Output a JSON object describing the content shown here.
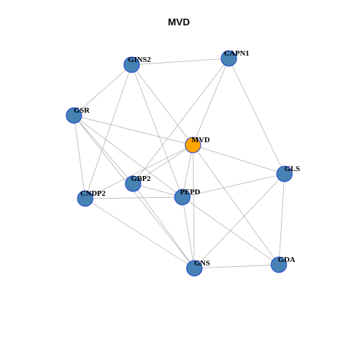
{
  "title": "MVD",
  "colors": {
    "default_node_fill": "#4682B4",
    "default_node_stroke": "#1a3fd6",
    "highlight_node_fill": "#FFA500",
    "highlight_node_stroke": "#1a3fd6",
    "edge": "#b3b3b3"
  },
  "nodes": [
    {
      "id": "GINS2",
      "label": "GINS2",
      "highlight": false
    },
    {
      "id": "CAPN1",
      "label": "CAPN1",
      "highlight": false
    },
    {
      "id": "GSR",
      "label": "GSR",
      "highlight": false
    },
    {
      "id": "MVD",
      "label": "MVD",
      "highlight": true
    },
    {
      "id": "GLS",
      "label": "GLS",
      "highlight": false
    },
    {
      "id": "GBP2",
      "label": "GBP2",
      "highlight": false
    },
    {
      "id": "PEPD",
      "label": "PEPD",
      "highlight": false
    },
    {
      "id": "CNDP2",
      "label": "CNDP2",
      "highlight": false
    },
    {
      "id": "GNS",
      "label": "GNS",
      "highlight": false
    },
    {
      "id": "GDA",
      "label": "GDA",
      "highlight": false
    }
  ],
  "edges": [
    [
      "GINS2",
      "CAPN1"
    ],
    [
      "GINS2",
      "GSR"
    ],
    [
      "GINS2",
      "MVD"
    ],
    [
      "GINS2",
      "PEPD"
    ],
    [
      "GINS2",
      "CNDP2"
    ],
    [
      "CAPN1",
      "MVD"
    ],
    [
      "CAPN1",
      "GLS"
    ],
    [
      "CAPN1",
      "GBP2"
    ],
    [
      "GSR",
      "MVD"
    ],
    [
      "GSR",
      "GBP2"
    ],
    [
      "GSR",
      "PEPD"
    ],
    [
      "GSR",
      "CNDP2"
    ],
    [
      "GSR",
      "GNS"
    ],
    [
      "MVD",
      "GLS"
    ],
    [
      "MVD",
      "GBP2"
    ],
    [
      "MVD",
      "PEPD"
    ],
    [
      "MVD",
      "CNDP2"
    ],
    [
      "MVD",
      "GNS"
    ],
    [
      "MVD",
      "GDA"
    ],
    [
      "GLS",
      "PEPD"
    ],
    [
      "GLS",
      "GNS"
    ],
    [
      "GLS",
      "GDA"
    ],
    [
      "GBP2",
      "PEPD"
    ],
    [
      "GBP2",
      "GNS"
    ],
    [
      "PEPD",
      "CNDP2"
    ],
    [
      "PEPD",
      "GNS"
    ],
    [
      "PEPD",
      "GDA"
    ],
    [
      "CNDP2",
      "GNS"
    ],
    [
      "GNS",
      "GDA"
    ]
  ]
}
